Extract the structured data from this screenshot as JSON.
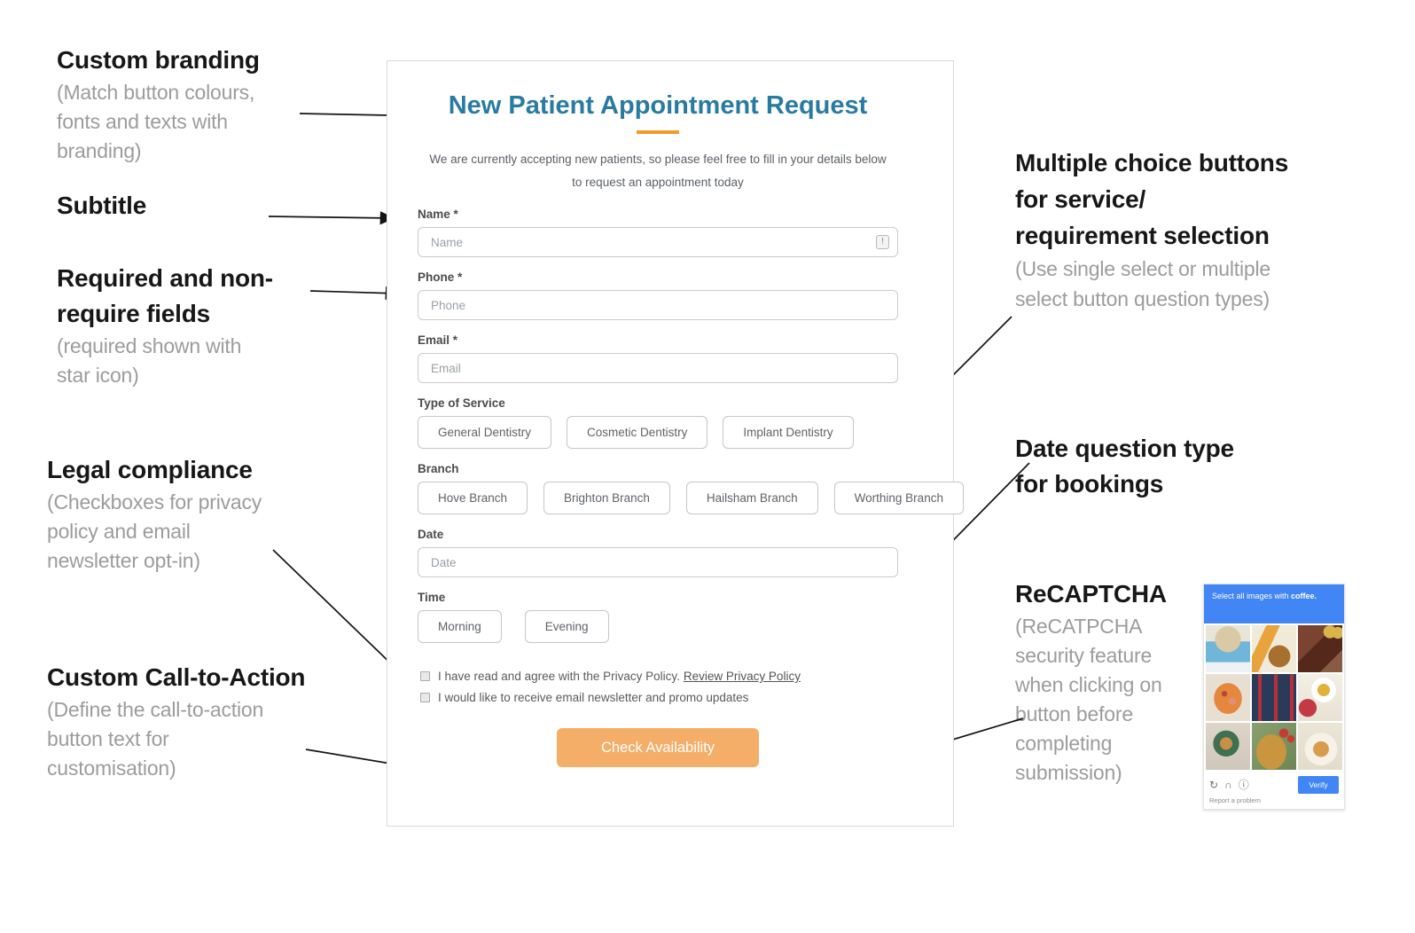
{
  "colors": {
    "title_teal": "#2a7ba0",
    "divider_orange": "#f49a2c",
    "submit_orange": "#f4ae68",
    "recaptcha_blue": "#4285f4",
    "annotation_black": "#171717",
    "annotation_gray": "#9c9c9c"
  },
  "annotations": {
    "left": [
      {
        "title": "Custom branding",
        "note": "(Match button colours,\nfonts and texts with\nbranding)"
      },
      {
        "title": "Subtitle",
        "note": ""
      },
      {
        "title": "Required and non-\nrequire fields",
        "note": "(required shown with\nstar icon)"
      },
      {
        "title": "Legal compliance",
        "note": "(Checkboxes for privacy\npolicy and email\nnewsletter opt-in)"
      },
      {
        "title": "Custom Call-to-Action",
        "note": "(Define the call-to-action\nbutton text for\ncustomisation)"
      }
    ],
    "right": [
      {
        "title": "Multiple choice buttons\nfor service/\nrequirement selection",
        "note": "(Use single select or multiple\nselect button question types)"
      },
      {
        "title": "Date question type\nfor bookings",
        "note": ""
      },
      {
        "title": "ReCAPTCHA",
        "note": "(ReCATPCHA\nsecurity feature\nwhen clicking on\nbutton before\ncompleting\nsubmission)"
      }
    ]
  },
  "form": {
    "title": "New Patient Appointment Request",
    "subtitle": "We are currently accepting new patients, so please feel free to fill in your details below\nto request an appointment today",
    "fields": {
      "name": {
        "label": "Name *",
        "placeholder": "Name"
      },
      "phone": {
        "label": "Phone *",
        "placeholder": "Phone"
      },
      "email": {
        "label": "Email *",
        "placeholder": "Email"
      },
      "date": {
        "label": "Date",
        "placeholder": "Date"
      }
    },
    "service": {
      "label": "Type of Service",
      "options": [
        "General Dentistry",
        "Cosmetic Dentistry",
        "Implant Dentistry"
      ]
    },
    "branch": {
      "label": "Branch",
      "options": [
        "Hove Branch",
        "Brighton Branch",
        "Hailsham Branch",
        "Worthing Branch"
      ]
    },
    "time": {
      "label": "Time",
      "options": [
        "Morning",
        "Evening"
      ]
    },
    "checkboxes": [
      {
        "text": "I have read and agree with the Privacy Policy.",
        "link": "Review Privacy Policy"
      },
      {
        "text": "I would like to receive email newsletter and promo updates",
        "link": ""
      }
    ],
    "submit_label": "Check Availability",
    "name_field_icon": "exclamation-box-icon"
  },
  "recaptcha": {
    "instruction_prefix": "Select all images with ",
    "instruction_keyword": "coffee.",
    "tiles": [
      "salad-bowl",
      "burger-and-juice",
      "bbq-skewers-and-beer",
      "tomato-soup",
      "red-skewers-dark",
      "coffee-cup-with-red-wrapper",
      "latte-art-green-cup",
      "pie-with-tomatoes",
      "cappuccino-white-cup"
    ],
    "footer_icons": [
      "refresh-icon",
      "headphones-icon",
      "info-icon"
    ],
    "verify_label": "Verify",
    "report_label": "Report a problem"
  }
}
